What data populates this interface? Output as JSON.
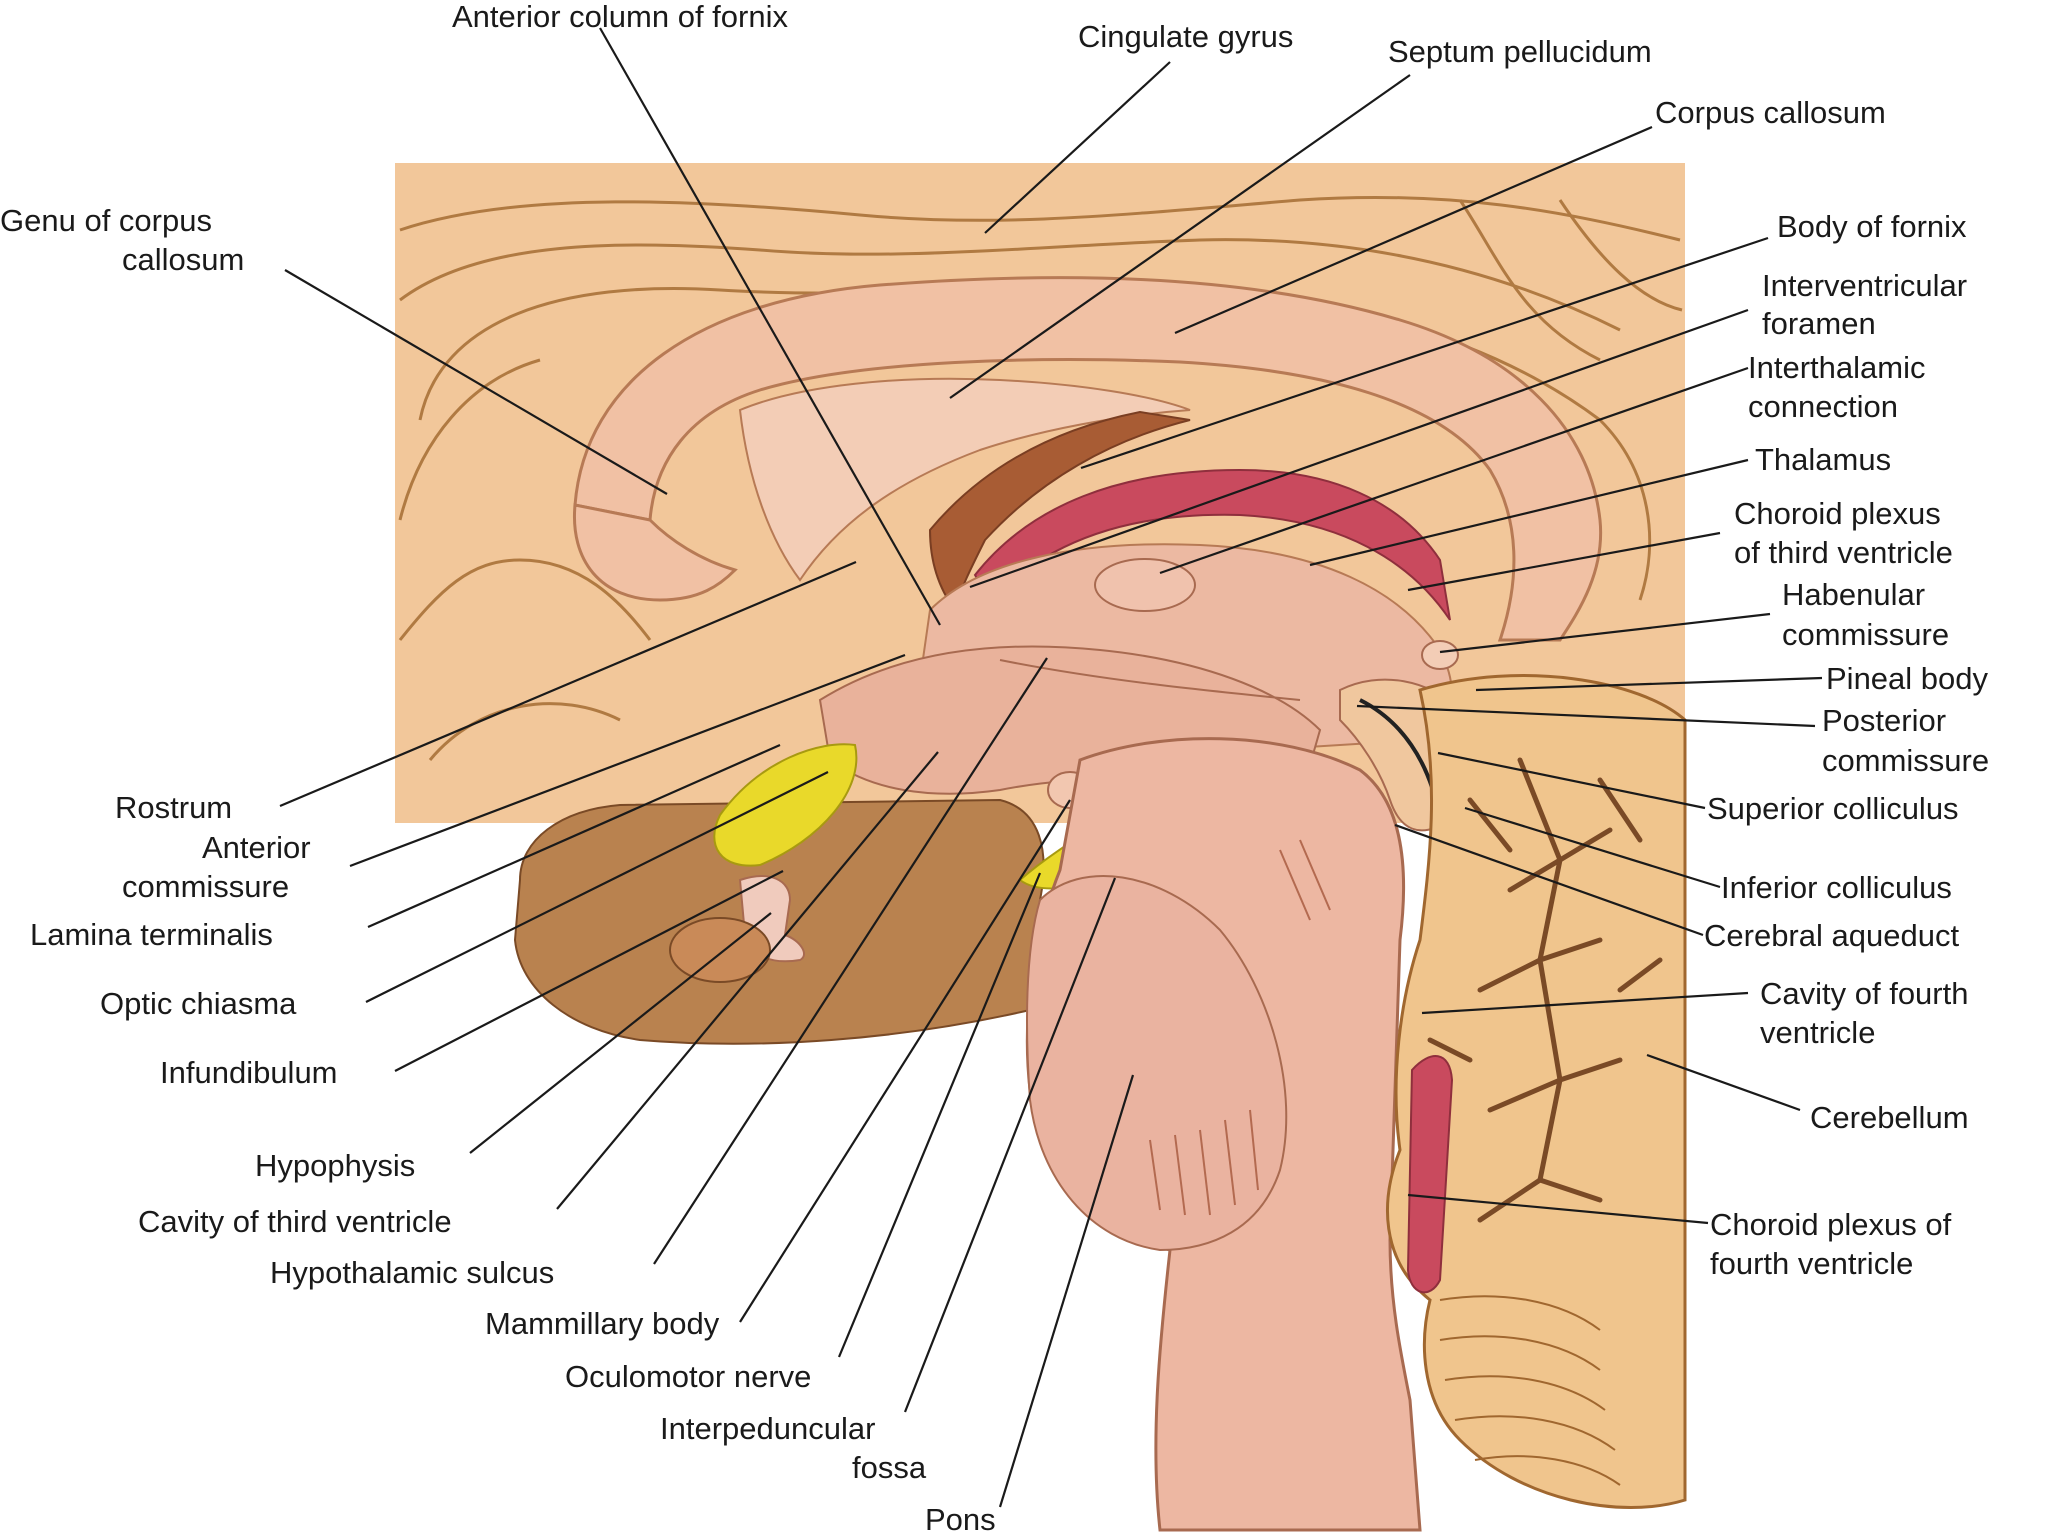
{
  "labels": {
    "anterior_column_of_fornix": "Anterior column of fornix",
    "cingulate_gyrus": "Cingulate gyrus",
    "septum_pellucidum": "Septum pellucidum",
    "corpus_callosum": "Corpus callosum",
    "genu_line1": "Genu of corpus",
    "genu_line2": "callosum",
    "body_of_fornix": "Body of fornix",
    "interventricular_line1": "Interventricular",
    "interventricular_line2": "foramen",
    "interthalamic_line1": "Interthalamic",
    "interthalamic_line2": "connection",
    "thalamus": "Thalamus",
    "choroid_third_line1": "Choroid plexus",
    "choroid_third_line2": "of third ventricle",
    "habenular_line1": "Habenular",
    "habenular_line2": "commissure",
    "pineal_body": "Pineal body",
    "posterior_comm_line1": "Posterior",
    "posterior_comm_line2": "commissure",
    "superior_colliculus": "Superior colliculus",
    "inferior_colliculus": "Inferior colliculus",
    "cerebral_aqueduct": "Cerebral aqueduct",
    "fourth_cavity_line1": "Cavity of fourth",
    "fourth_cavity_line2": "ventricle",
    "cerebellum": "Cerebellum",
    "choroid_fourth_line1": "Choroid plexus of",
    "choroid_fourth_line2": "fourth ventricle",
    "rostrum": "Rostrum",
    "anterior_comm_line1": "Anterior",
    "anterior_comm_line2": "commissure",
    "lamina_terminalis": "Lamina terminalis",
    "optic_chiasma": "Optic chiasma",
    "infundibulum": "Infundibulum",
    "hypophysis": "Hypophysis",
    "cavity_third_ventricle": "Cavity of third ventricle",
    "hypothalamic_sulcus": "Hypothalamic sulcus",
    "mammillary_body": "Mammillary body",
    "oculomotor_nerve": "Oculomotor nerve",
    "interpeduncular_line1": "Interpeduncular",
    "interpeduncular_line2": "fossa",
    "pons": "Pons"
  },
  "colors": {
    "cortex": "#f2c79a",
    "cortex_dark": "#c98b52",
    "callosum": "#f1c1a4",
    "diencephalon": "#ecb9a2",
    "brainstem": "#edb7a2",
    "brainstem_shade": "#c2785e",
    "cerebellum": "#f0c58d",
    "arbor": "#7a4a26",
    "fornix_brown": "#a85c34",
    "choroid_red": "#c94a5e",
    "yellow": "#e9d92a",
    "blue": "#5a8fd8",
    "base_brown": "#b9824f"
  }
}
